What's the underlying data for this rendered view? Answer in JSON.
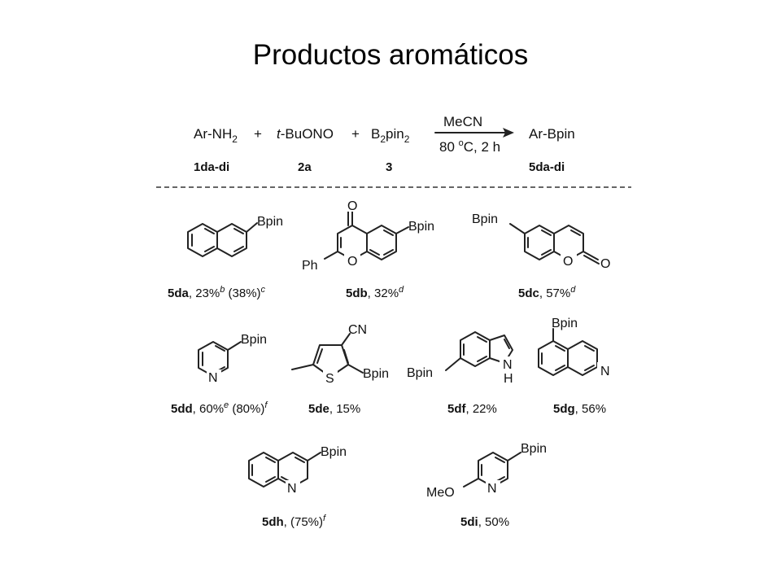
{
  "title": "Productos aromáticos",
  "reaction": {
    "reactant1": "Ar-NH",
    "reactant1_sub": "2",
    "plus": "+",
    "reactant2_italic": "t",
    "reactant2": "-BuONO",
    "reactant3": "B",
    "reactant3_sub": "2",
    "reactant3_tail": "pin",
    "reactant3_tail_sub": "2",
    "solvent": "MeCN",
    "temp": "80 ",
    "temp_sup": "o",
    "conditions_tail": "C, 2 h",
    "product": "Ar-Bpin",
    "label1": "1da-di",
    "label2": "2a",
    "label3": "3",
    "label_product": "5da-di"
  },
  "atoms": {
    "bpin": "Bpin",
    "o": "O",
    "ph": "Ph",
    "n": "N",
    "s": "S",
    "cn": "CN",
    "nh_n": "N",
    "nh_h": "H",
    "meo": "MeO"
  },
  "compounds": [
    {
      "code": "5da",
      "yield": ", 23%",
      "sup1": "b",
      "mid": " (38%)",
      "sup2": "c"
    },
    {
      "code": "5db",
      "yield": ", 32%",
      "sup1": "d"
    },
    {
      "code": "5dc",
      "yield": ", 57%",
      "sup1": "d"
    },
    {
      "code": "5dd",
      "yield": ", 60%",
      "sup1": "e",
      "mid": " (80%)",
      "sup2": "f"
    },
    {
      "code": "5de",
      "yield": ", 15%"
    },
    {
      "code": "5df",
      "yield": ", 22%"
    },
    {
      "code": "5dg",
      "yield": ", 56%"
    },
    {
      "code": "5dh",
      "yield": ", (75%)",
      "sup1": "f"
    },
    {
      "code": "5di",
      "yield": ", 50%"
    }
  ]
}
